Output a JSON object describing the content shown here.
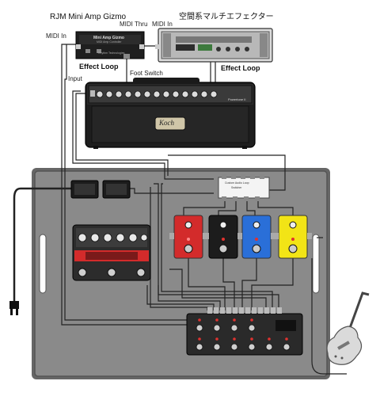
{
  "labels": {
    "gizmo_title": "RJM Mini Amp Gizmo",
    "multi_fx_title": "空間系マルチエフェクター",
    "midi_in_left": "MIDI In",
    "midi_thru": "MIDI Thru",
    "midi_in_right": "MIDI In",
    "effect_loop_left": "Effect Loop",
    "effect_loop_right": "Effect Loop",
    "foot_switch": "Foot Switch",
    "input": "Input"
  },
  "gizmo": {
    "panel_title": "Mini Amp Gizmo",
    "panel_subtitle": "MIDI Amp Controller",
    "brand": "Rhythm Technologies"
  },
  "amp": {
    "logo": "Koch",
    "model": "Powertone II"
  },
  "switcher": {
    "line1": "Custom Audio Loop",
    "line2": "Switcher"
  },
  "colors": {
    "cable": "#222222",
    "pedalboard": "#8a8a8a",
    "amp_body": "#2a2a2a",
    "pedal_red": "#d32b2b",
    "pedal_black": "#1c1c1c",
    "pedal_blue": "#2a6fd8",
    "pedal_yellow": "#f2e416",
    "multi_fx_face": "#b8b8b8",
    "led_red": "#e0322f"
  }
}
